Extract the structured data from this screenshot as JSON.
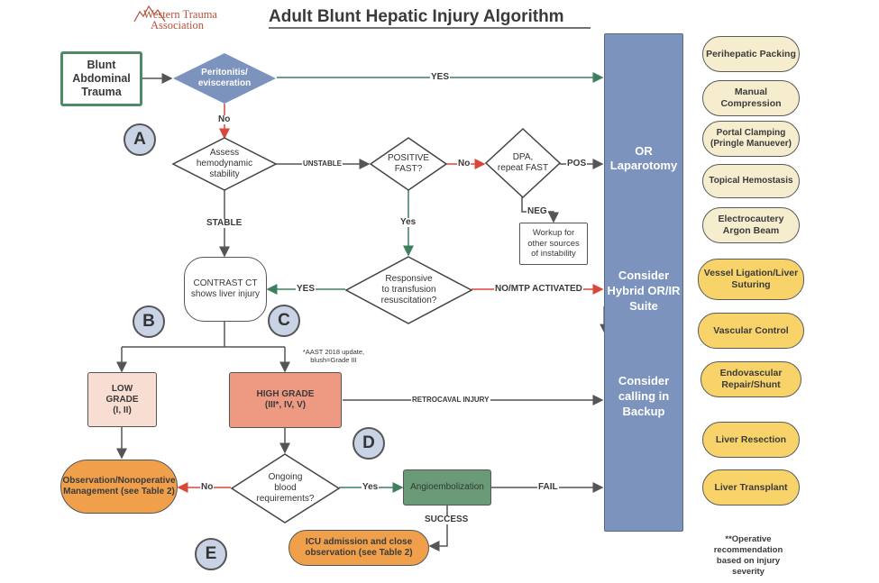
{
  "header": {
    "logo_text_line1": "Western Trauma",
    "logo_text_line2": "Association",
    "title": "Adult Blunt Hepatic Injury Algorithm"
  },
  "nodes": {
    "blunt_trauma": "Blunt Abdominal Trauma",
    "peritonitis": [
      "Peritonitis/",
      "evisceration"
    ],
    "assess": [
      "Assess",
      "hemodynamic",
      "stability"
    ],
    "positive_fast": [
      "POSITIVE",
      "FAST?"
    ],
    "dpa": [
      "DPA,",
      "repeat FAST"
    ],
    "workup": "Workup for other sources of instability",
    "responsive": [
      "Responsive",
      "to transfusion",
      "resuscitation?"
    ],
    "contrast_ct": "CONTRAST CT shows liver injury",
    "low_grade": [
      "LOW",
      "GRADE",
      "(I, II)"
    ],
    "high_grade": [
      "HIGH GRADE",
      "(III*, IV, V)"
    ],
    "ongoing_blood": [
      "Ongoing",
      "blood",
      "requirements?"
    ],
    "observation": "Observation/Nonoperative Management (see Table 2)",
    "angio": "Angioembolization",
    "icu": "ICU admission and close observation (see Table 2)",
    "footnote_aast": "*AAST 2018 update, blush=Grade III"
  },
  "edge_labels": {
    "yes_top": "YES",
    "no_peritonitis": "No",
    "unstable": "UNSTABLE",
    "no_fast": "No",
    "pos": "POS",
    "neg": "NEG",
    "stable": "STABLE",
    "yes_fast": "Yes",
    "yes_responsive": "YES",
    "no_mtp": "NO/MTP ACTIVATED",
    "retrocaval": "RETROCAVAL INJURY",
    "no_ongoing": "No",
    "yes_ongoing": "Yes",
    "fail": "FAIL",
    "success": "SUCCESS"
  },
  "markers": [
    "A",
    "B",
    "C",
    "D",
    "E"
  ],
  "or_column": {
    "or_laparotomy": "OR Laparotomy",
    "hybrid": "Consider Hybrid OR/IR Suite",
    "backup": "Consider calling in Backup"
  },
  "operative_options": [
    {
      "label": "Perihepatic Packing",
      "tier": "cream"
    },
    {
      "label": "Manual Compression",
      "tier": "cream"
    },
    {
      "label": "Portal Clamping (Pringle Manuever)",
      "tier": "cream"
    },
    {
      "label": "Topical Hemostasis",
      "tier": "cream"
    },
    {
      "label": "Electrocautery Argon Beam",
      "tier": "cream"
    },
    {
      "label": "Vessel Ligation/Liver Suturing",
      "tier": "yellow"
    },
    {
      "label": "Vascular Control",
      "tier": "yellow"
    },
    {
      "label": "Endovascular Repair/Shunt",
      "tier": "yellow"
    },
    {
      "label": "Liver Resection",
      "tier": "yellow"
    },
    {
      "label": "Liver Transplant",
      "tier": "yellow"
    }
  ],
  "footnote_operative": "**Operative recommendation based on injury severity",
  "colors": {
    "blue_node": "#7b93bd",
    "green_border": "#4e8a63",
    "green_line": "#3e7f5e",
    "red_line": "#d9473a",
    "low_grade": "#f7ddd2",
    "high_grade": "#ee9a83",
    "orange": "#f0a04b",
    "angio": "#6a9a78",
    "cream": "#f5edcd",
    "yellow": "#f8d36a",
    "marker": "#c9d3e6"
  }
}
